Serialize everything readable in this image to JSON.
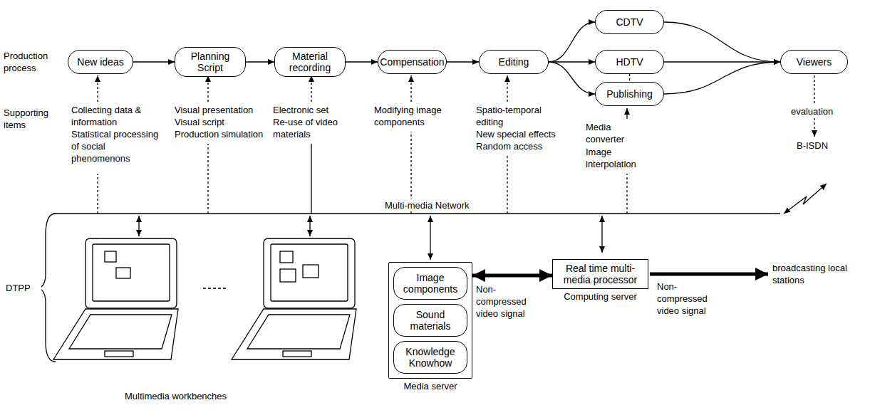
{
  "diagram": {
    "nodes": [
      {
        "text": [
          "New ideas"
        ]
      },
      {
        "text": [
          "Planning Script"
        ]
      },
      {
        "text": [
          "Material recording"
        ]
      },
      {
        "text": [
          "Compensation"
        ]
      },
      {
        "text": [
          "Editing"
        ]
      },
      {
        "text": [
          "CDTV"
        ]
      },
      {
        "text": [
          "HDTV"
        ]
      },
      {
        "text": [
          "Publishing"
        ]
      },
      {
        "text": [
          "Viewers"
        ]
      },
      {
        "text": [
          "Media server"
        ]
      },
      {
        "text": [
          "Image components"
        ],
        "in": 9
      },
      {
        "text": [
          "Sound materials"
        ],
        "in": 9
      },
      {
        "text": [
          "Knowledge Knowhow"
        ],
        "in": 9
      },
      {
        "text": [
          "Real time multi-media processor",
          "Computing server"
        ]
      }
    ],
    "edges": [
      {
        "from": 0,
        "to": 1,
        "arrow": "to"
      },
      {
        "from": 1,
        "to": 2,
        "arrow": "to"
      },
      {
        "from": 2,
        "to": 3,
        "arrow": "to"
      },
      {
        "from": 3,
        "to": 4,
        "arrow": "to"
      },
      {
        "from": 4,
        "to": 5,
        "arrow": "to"
      },
      {
        "from": 4,
        "to": 6,
        "arrow": "to"
      },
      {
        "from": 4,
        "to": 7,
        "arrow": "to"
      },
      {
        "from": 5,
        "to": 8,
        "arrow": "to"
      },
      {
        "from": 6,
        "to": 8,
        "arrow": "to"
      },
      {
        "from": 7,
        "to": 8,
        "arrow": "to"
      },
      {
        "from": 6,
        "to": 7,
        "arrow": "none"
      },
      {
        "from": 9,
        "to": 13,
        "label": "Non-compressed video signal",
        "arrow": "both"
      }
    ],
    "labels": [
      "Production process",
      "Supporting items",
      "Collecting data & information",
      "Statistical processing of social phenomenons",
      "Visual presentation",
      "Visual script",
      "Production simulation",
      "Electronic set",
      "Re-use of video materials",
      "Modifying image components",
      "Spatio-temporal editing",
      "New special effects",
      "Random access",
      "Media converter",
      "Image interpolation",
      "evaluation",
      "B-ISDN",
      "Multi-media Network",
      "DTPP",
      "Multimedia workbenches",
      "Non-compressed video signal",
      "broadcasting local stations"
    ]
  }
}
